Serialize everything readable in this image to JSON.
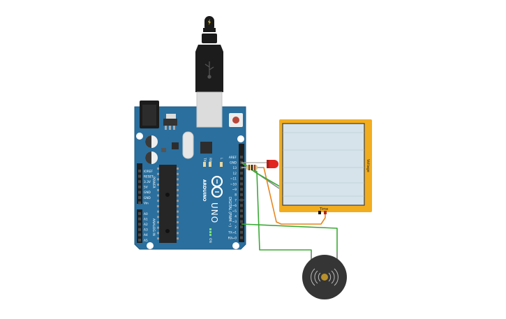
{
  "board": {
    "model_label": "UNO",
    "brand_label": "ARDUINO",
    "digital_label": "DIGITAL (PWM ~)",
    "on_label": "ON",
    "tx_led_label": "TX",
    "rx_led_label": "RX",
    "l_led_label": "L",
    "power_label": "POWER",
    "analog_label": "ANALOG IN",
    "power_pins": [
      "IOREF",
      "RESET",
      "3.3V",
      "5V",
      "GND",
      "GND",
      "Vin"
    ],
    "analog_pins": [
      "A0",
      "A1",
      "A2",
      "A3",
      "A4",
      "A5"
    ],
    "digital_pins": [
      "AREF",
      "GND",
      "13",
      "12",
      "~11",
      "~10",
      "~9",
      "8",
      "7",
      "~6",
      "~5",
      "4",
      "~3",
      "2",
      "TX→1",
      "RX←0"
    ]
  },
  "oscilloscope": {
    "axis_x_label": "Time",
    "axis_y_label": "Voltage"
  },
  "colors": {
    "board": "#2a6f9e",
    "board_edge": "#1f5a82",
    "scope_frame": "#f2ad1f",
    "scope_screen": "#d6e3ea",
    "wire_green": "#3aaa35",
    "wire_orange": "#e8851c",
    "wire_gray": "#8c8c8c",
    "led_red": "#e0261f",
    "buzzer": "#353535"
  },
  "icons": {
    "usb_bolt": "lightning-icon",
    "usb_symbol": "usb-icon",
    "arduino_logo": "infinity-logo"
  }
}
